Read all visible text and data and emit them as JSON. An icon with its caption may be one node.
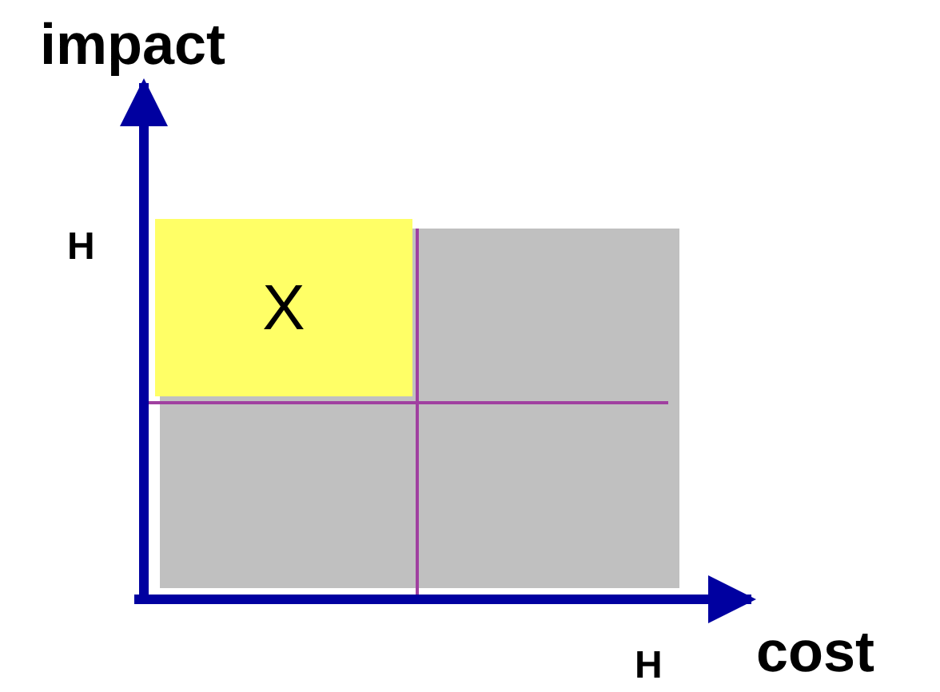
{
  "diagram": {
    "nodes": [
      {
        "text": [
          "X"
        ]
      }
    ],
    "labels": [
      "impact",
      "H",
      "H",
      "cost"
    ]
  }
}
